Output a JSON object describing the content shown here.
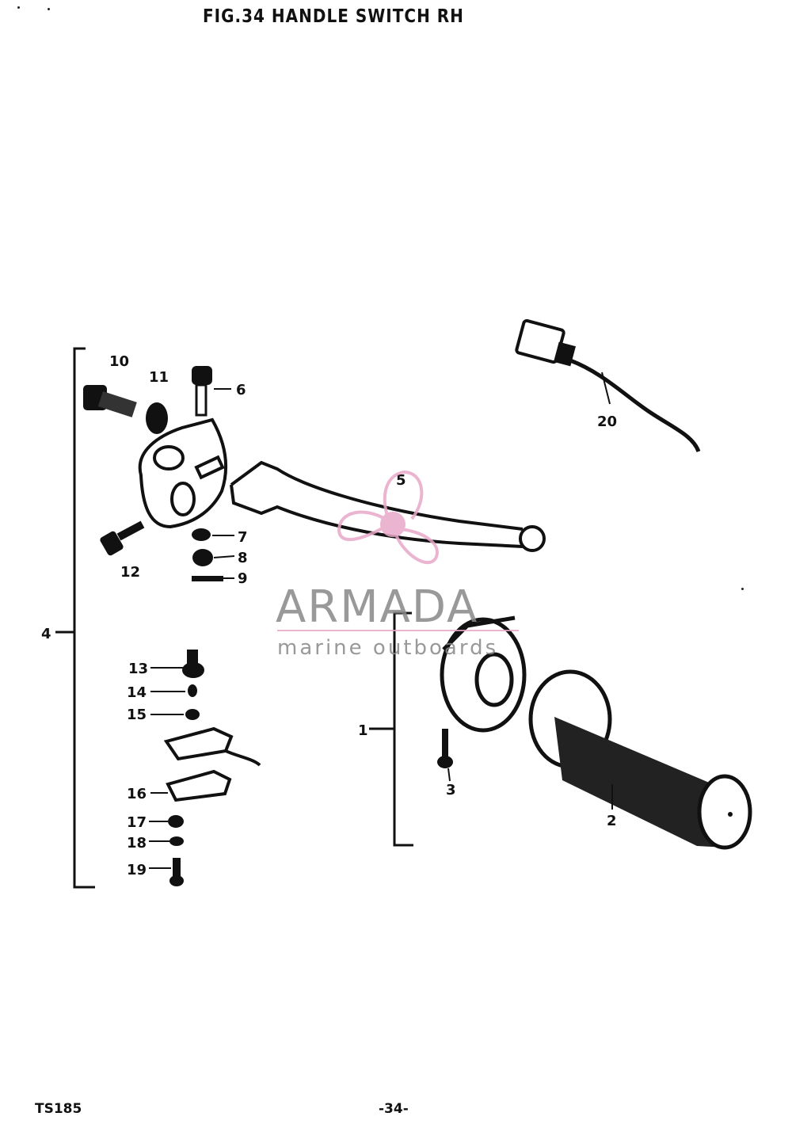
{
  "header": {
    "title": "FIG.34  HANDLE SWITCH RH"
  },
  "footer": {
    "model": "TS185",
    "page": "-34-"
  },
  "watermark": {
    "brand": "ARMADA",
    "tagline": "marine outboards",
    "color": "#e8a8c8",
    "text_color": "#888888"
  },
  "callouts": {
    "c1": "1",
    "c2": "2",
    "c3": "3",
    "c4": "4",
    "c5": "5",
    "c6": "6",
    "c7": "7",
    "c8": "8",
    "c9": "9",
    "c10": "10",
    "c11": "11",
    "c12": "12",
    "c13": "13",
    "c14": "14",
    "c15": "15",
    "c16": "16",
    "c17": "17",
    "c18": "18",
    "c19": "19",
    "c20": "20"
  }
}
